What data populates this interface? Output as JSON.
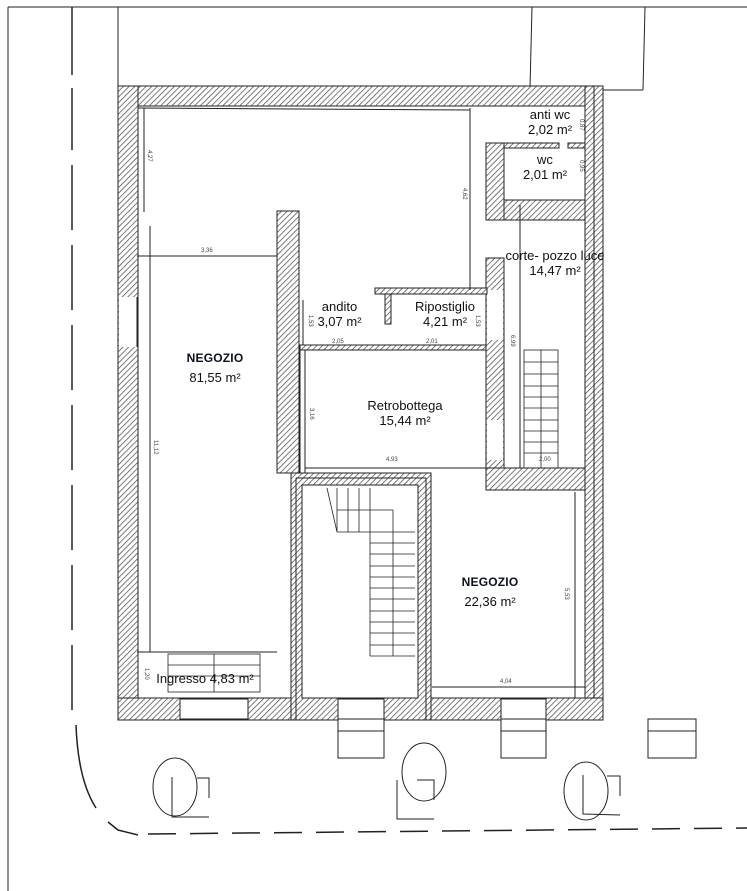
{
  "plan": {
    "type": "architectural floor plan",
    "colors": {
      "wall_hatch": "#555555",
      "line": "#222222",
      "background": "#ffffff"
    },
    "rooms": [
      {
        "id": "negozio-main",
        "name": "NEGOZIO",
        "area": "81,55 m²"
      },
      {
        "id": "anti-wc",
        "name": "anti wc",
        "area": "2,02 m²"
      },
      {
        "id": "wc",
        "name": "wc",
        "area": "2,01 m²"
      },
      {
        "id": "corte",
        "name": "corte- pozzo luce",
        "area": "14,47 m²"
      },
      {
        "id": "andito",
        "name": "andito",
        "area": "3,07 m²"
      },
      {
        "id": "ripostiglio",
        "name": "Ripostiglio",
        "area": "4,21 m²"
      },
      {
        "id": "retrobottega",
        "name": "Retrobottega",
        "area": "15,44 m²"
      },
      {
        "id": "negozio-small",
        "name": "NEGOZIO",
        "area": "22,36 m²"
      },
      {
        "id": "ingresso",
        "name": "Ingresso",
        "area": "4,83 m²"
      }
    ],
    "dimensions": {
      "negozio_width": "3,36",
      "negozio_height": "11,12",
      "upper_height_left": "4,27",
      "upper_height_right": "4,62",
      "andito_width": "2,05",
      "ripostiglio_width": "2,01",
      "andito_height": "1,53",
      "ripostiglio_height": "1,53",
      "retrobottega_width": "4,93",
      "retrobottega_height": "3,16",
      "corte_width": "2,00",
      "corte_height": "6,99",
      "negozio_small_width": "4,04",
      "negozio_small_height": "5,53",
      "ingresso_height": "1,20",
      "anti_wc_height": "0,87",
      "wc_height": "0,95"
    }
  }
}
